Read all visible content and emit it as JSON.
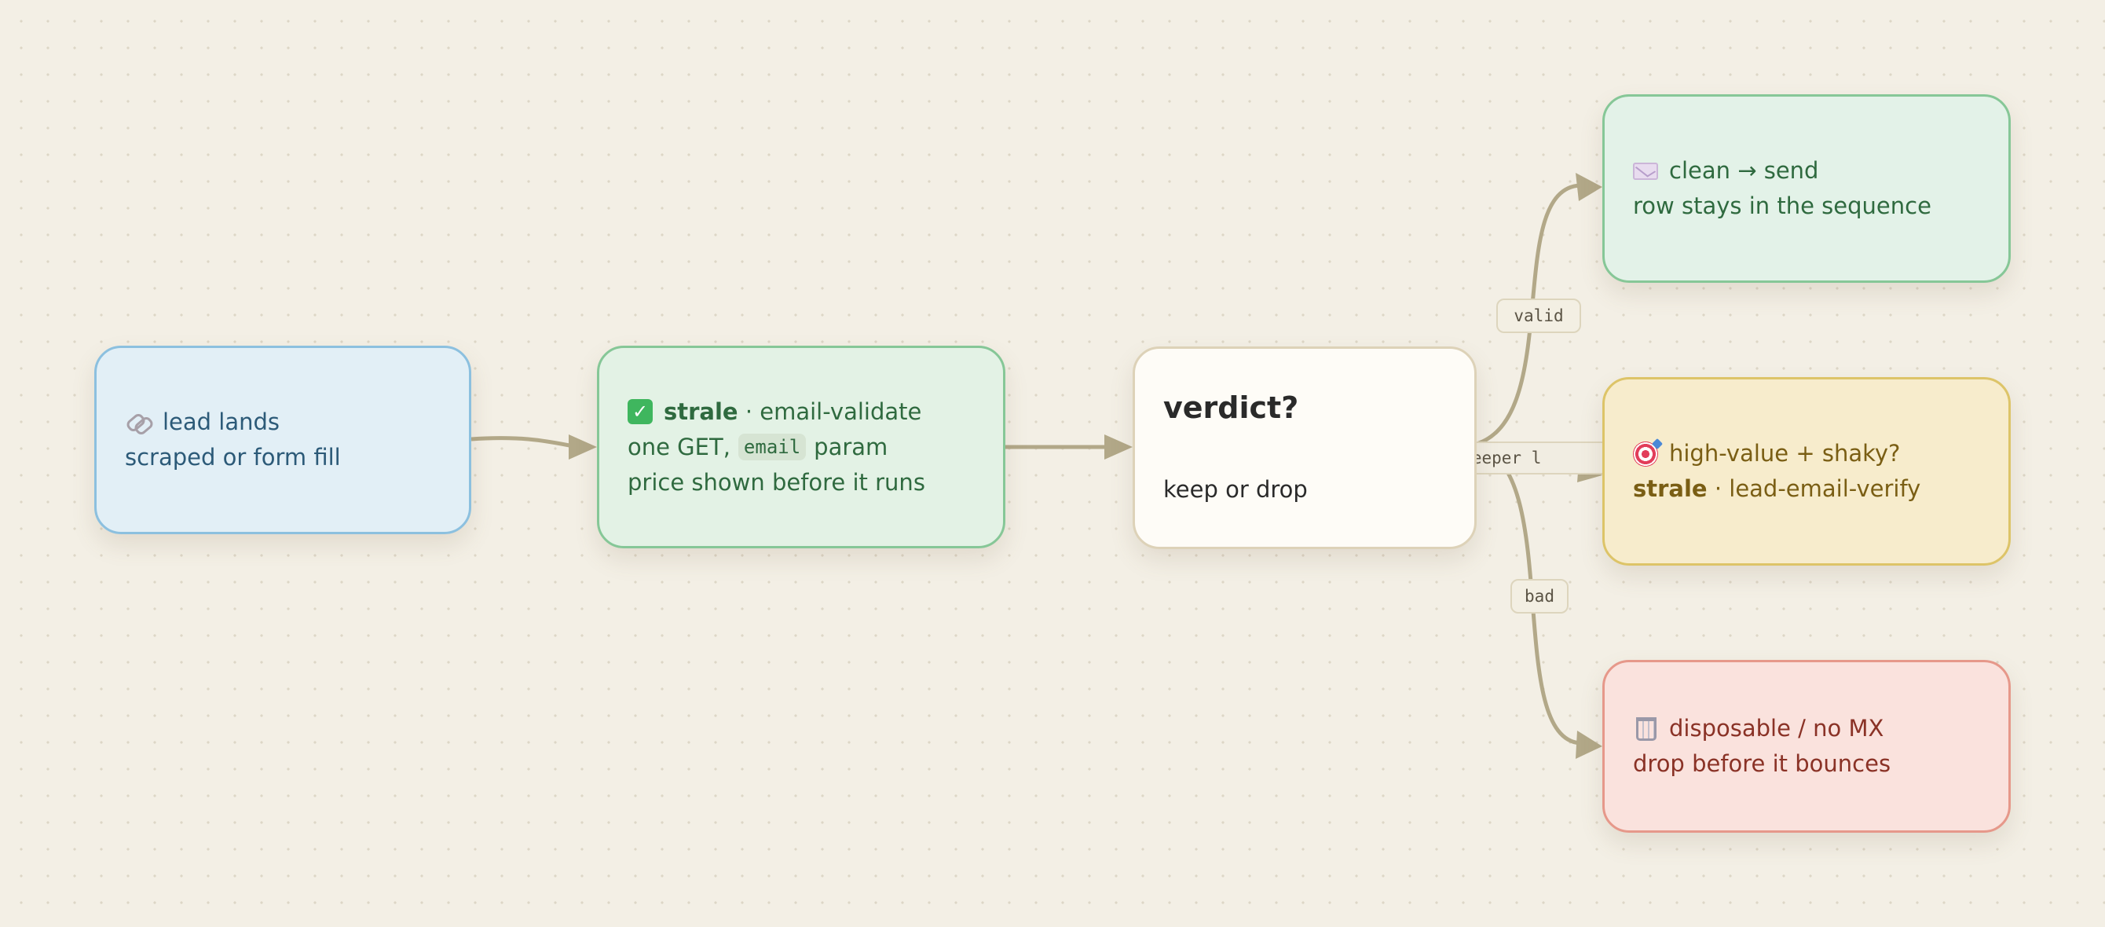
{
  "nodes": {
    "lead": {
      "icon": "link-icon",
      "title": "lead lands",
      "sub": "scraped or form fill"
    },
    "strale": {
      "icon": "check-box-icon",
      "brand": "strale",
      "title_rest": " · email-validate",
      "line2_pre": "one GET,",
      "line2_code": "email",
      "line2_post": "param",
      "line3": "price shown before it runs"
    },
    "verdict": {
      "title": "verdict?",
      "sub": "keep or drop"
    },
    "clean": {
      "icon": "envelope-icon",
      "title": "clean → send",
      "sub": "row stays in the sequence"
    },
    "high_value": {
      "icon": "target-icon",
      "title": "high-value + shaky?",
      "brand": "strale",
      "sub_rest": " · lead-email-verify"
    },
    "bad": {
      "icon": "wastebasket-icon",
      "title": "disposable / no MX",
      "sub": "drop before it bounces"
    }
  },
  "edge_labels": {
    "valid": "valid",
    "deeper": "th a deeper l",
    "bad": "bad"
  },
  "colors": {
    "edge": "#b2a888",
    "lead": "#e2eff6",
    "strale": "#e3f2e5",
    "verdict": "#fefcf7",
    "clean": "#e3f2e8",
    "high_value": "#f7eccc",
    "bad": "#fae2dd"
  }
}
